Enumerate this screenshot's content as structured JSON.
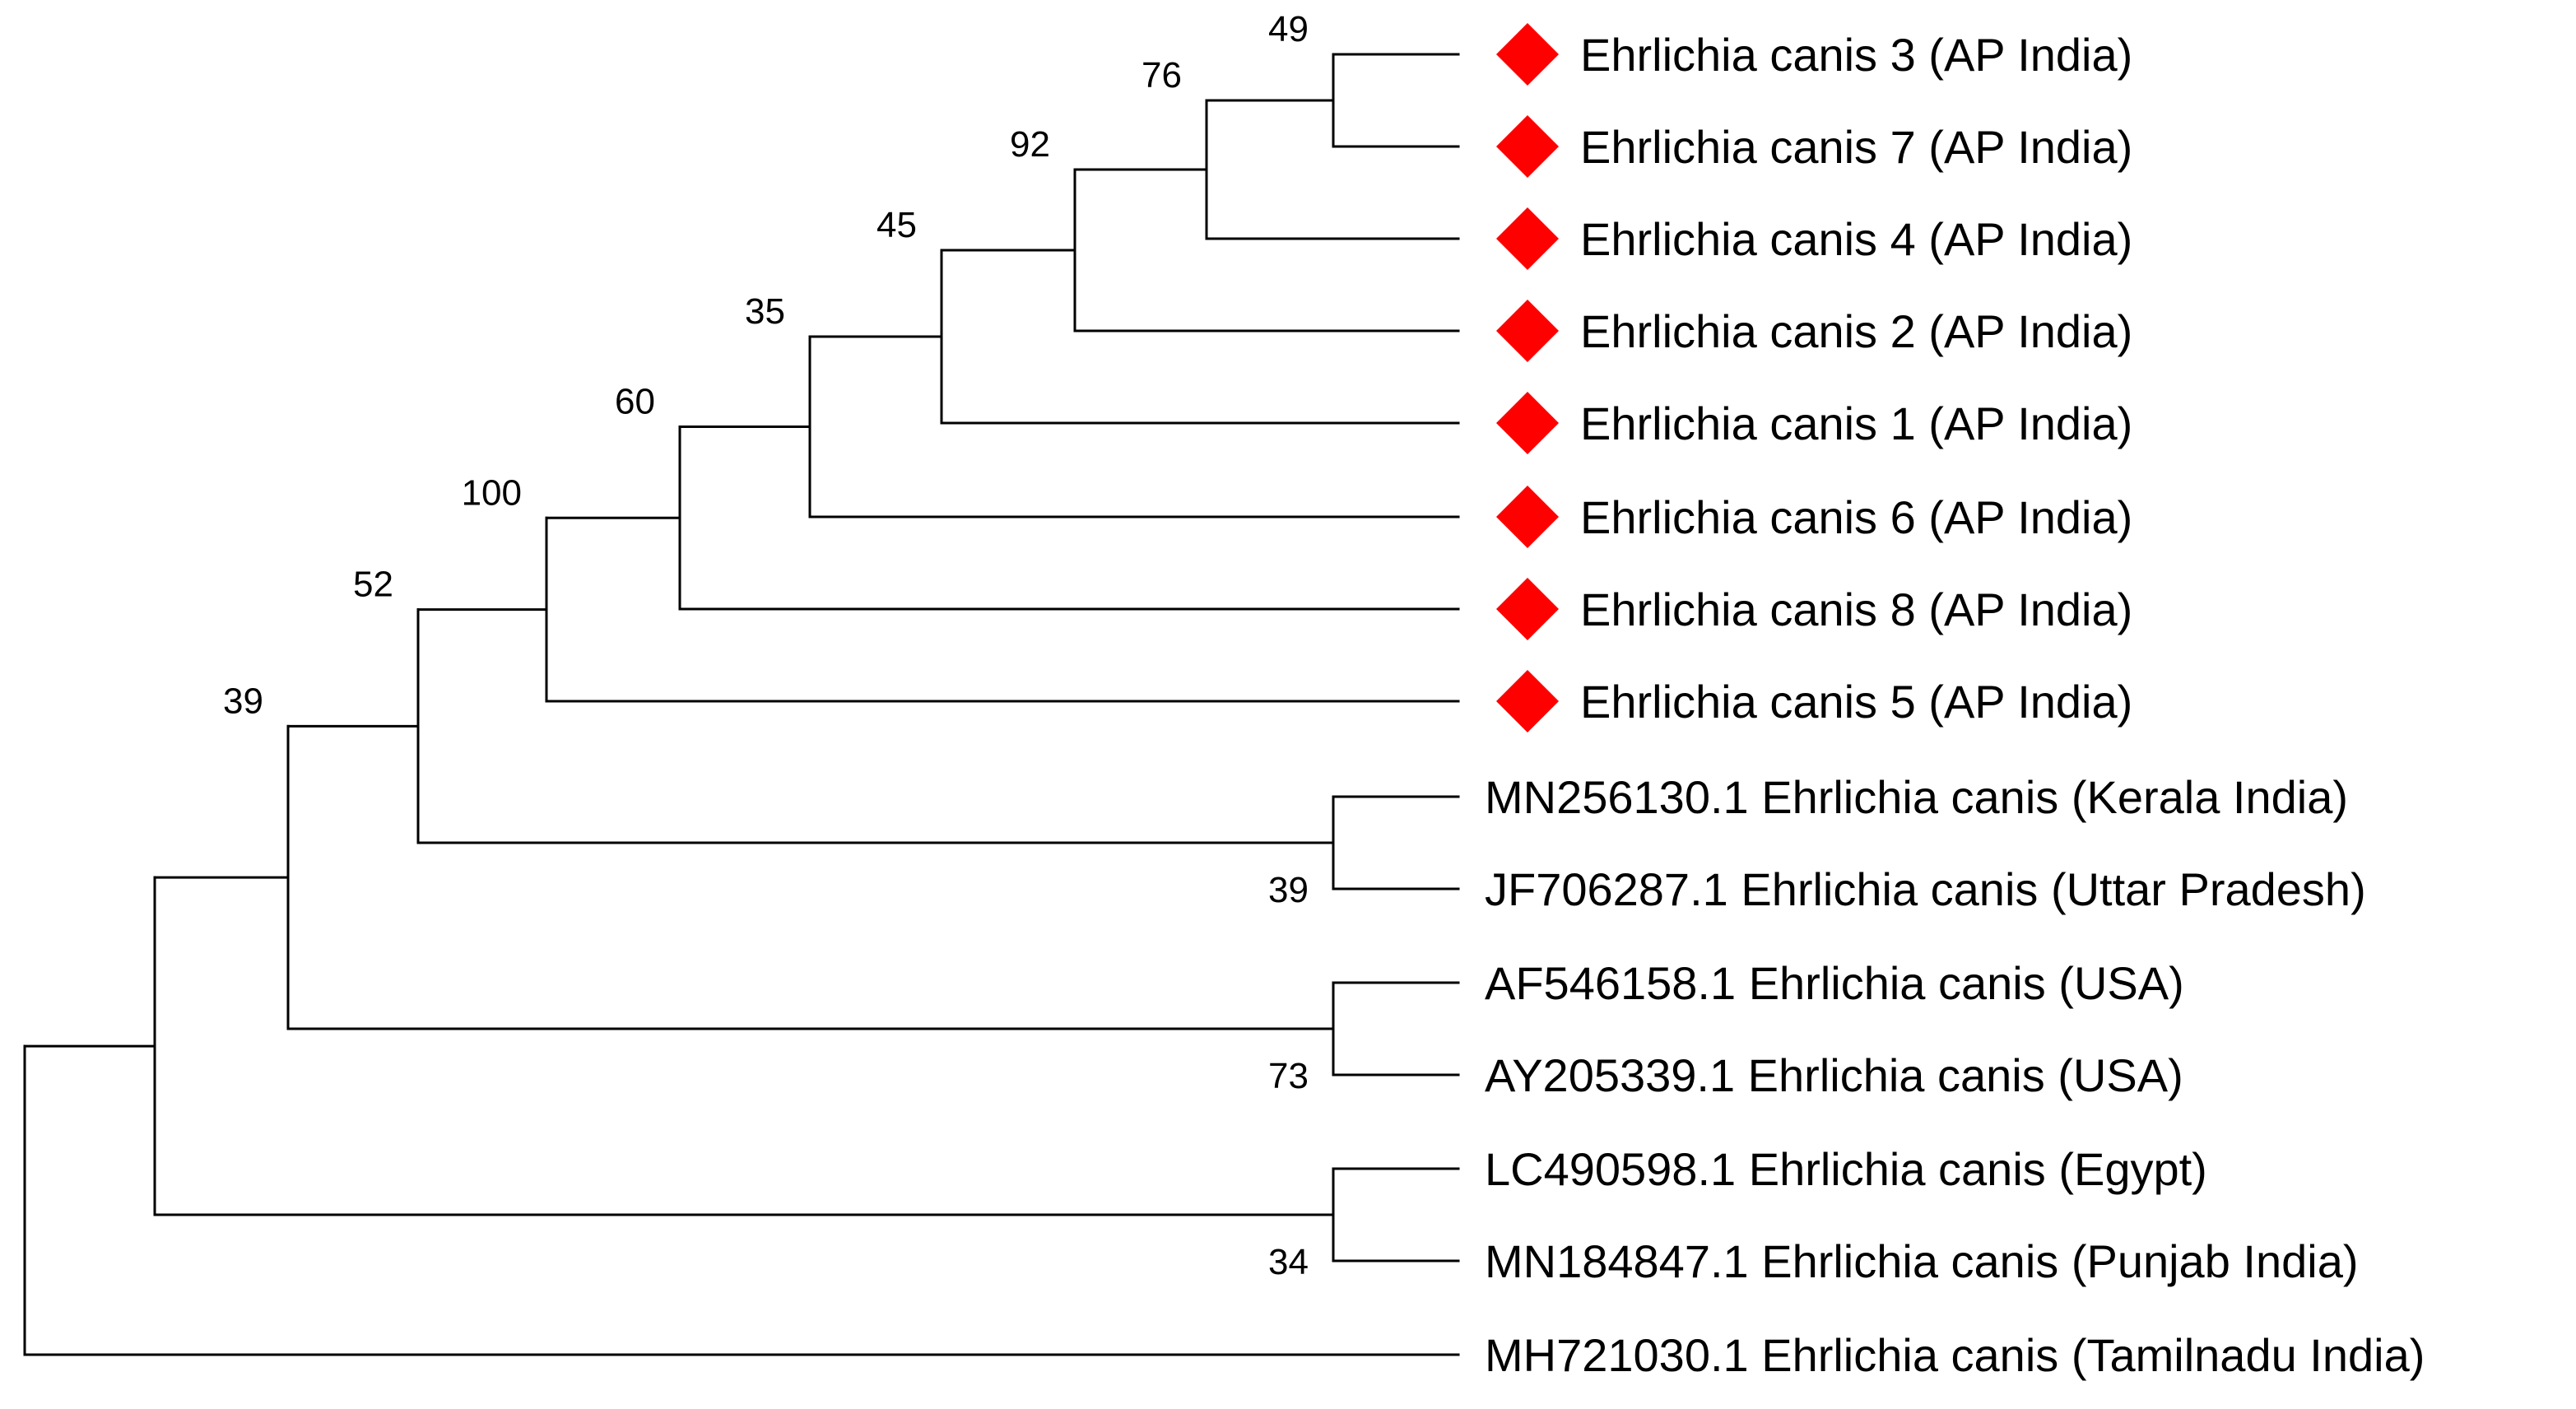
{
  "tree": {
    "marker_color": "#ff0000",
    "marker_shape": "diamond",
    "taxa": [
      {
        "label": "Ehrlichia canis 3 (AP India)",
        "marked": true
      },
      {
        "label": "Ehrlichia canis 7 (AP India)",
        "marked": true
      },
      {
        "label": "Ehrlichia canis 4 (AP India)",
        "marked": true
      },
      {
        "label": "Ehrlichia canis 2 (AP India)",
        "marked": true
      },
      {
        "label": "Ehrlichia canis 1 (AP India)",
        "marked": true
      },
      {
        "label": "Ehrlichia canis 6 (AP India)",
        "marked": true
      },
      {
        "label": "Ehrlichia canis 8 (AP India)",
        "marked": true
      },
      {
        "label": "Ehrlichia canis 5 (AP India)",
        "marked": true
      },
      {
        "label": "MN256130.1 Ehrlichia canis (Kerala India)",
        "marked": false
      },
      {
        "label": "JF706287.1 Ehrlichia canis (Uttar Pradesh)",
        "marked": false
      },
      {
        "label": "AF546158.1 Ehrlichia canis (USA)",
        "marked": false
      },
      {
        "label": "AY205339.1 Ehrlichia canis (USA)",
        "marked": false
      },
      {
        "label": "LC490598.1 Ehrlichia canis (Egypt)",
        "marked": false
      },
      {
        "label": "MN184847.1 Ehrlichia canis (Punjab India)",
        "marked": false
      },
      {
        "label": "MH721030.1 Ehrlichia canis (Tamilnadu India)",
        "marked": false
      }
    ],
    "clades": [
      {
        "id": "c3_7",
        "children": [
          "t0",
          "t1"
        ],
        "bootstrap": "49"
      },
      {
        "id": "c3_7_4",
        "children": [
          "c3_7",
          "t2"
        ],
        "bootstrap": "76"
      },
      {
        "id": "c2",
        "children": [
          "c3_7_4",
          "t3"
        ],
        "bootstrap": "92"
      },
      {
        "id": "c1",
        "children": [
          "c2",
          "t4"
        ],
        "bootstrap": "45"
      },
      {
        "id": "c6",
        "children": [
          "c1",
          "t5"
        ],
        "bootstrap": "35"
      },
      {
        "id": "c8",
        "children": [
          "c6",
          "t6"
        ],
        "bootstrap": "60"
      },
      {
        "id": "c5",
        "children": [
          "c8",
          "t7"
        ],
        "bootstrap": "100"
      },
      {
        "id": "kerala_up",
        "children": [
          "t8",
          "t9"
        ],
        "bootstrap": "39"
      },
      {
        "id": "indian_grp",
        "children": [
          "c5",
          "kerala_up"
        ],
        "bootstrap": "52"
      },
      {
        "id": "usa",
        "children": [
          "t10",
          "t11"
        ],
        "bootstrap": "73"
      },
      {
        "id": "with_usa",
        "children": [
          "indian_grp",
          "usa"
        ],
        "bootstrap": "39"
      },
      {
        "id": "egypt_punjab",
        "children": [
          "t12",
          "t13"
        ],
        "bootstrap": "34"
      },
      {
        "id": "ingroup",
        "children": [
          "with_usa",
          "egypt_punjab"
        ],
        "bootstrap": ""
      },
      {
        "id": "root",
        "children": [
          "ingroup",
          "t14"
        ],
        "bootstrap": ""
      }
    ]
  }
}
